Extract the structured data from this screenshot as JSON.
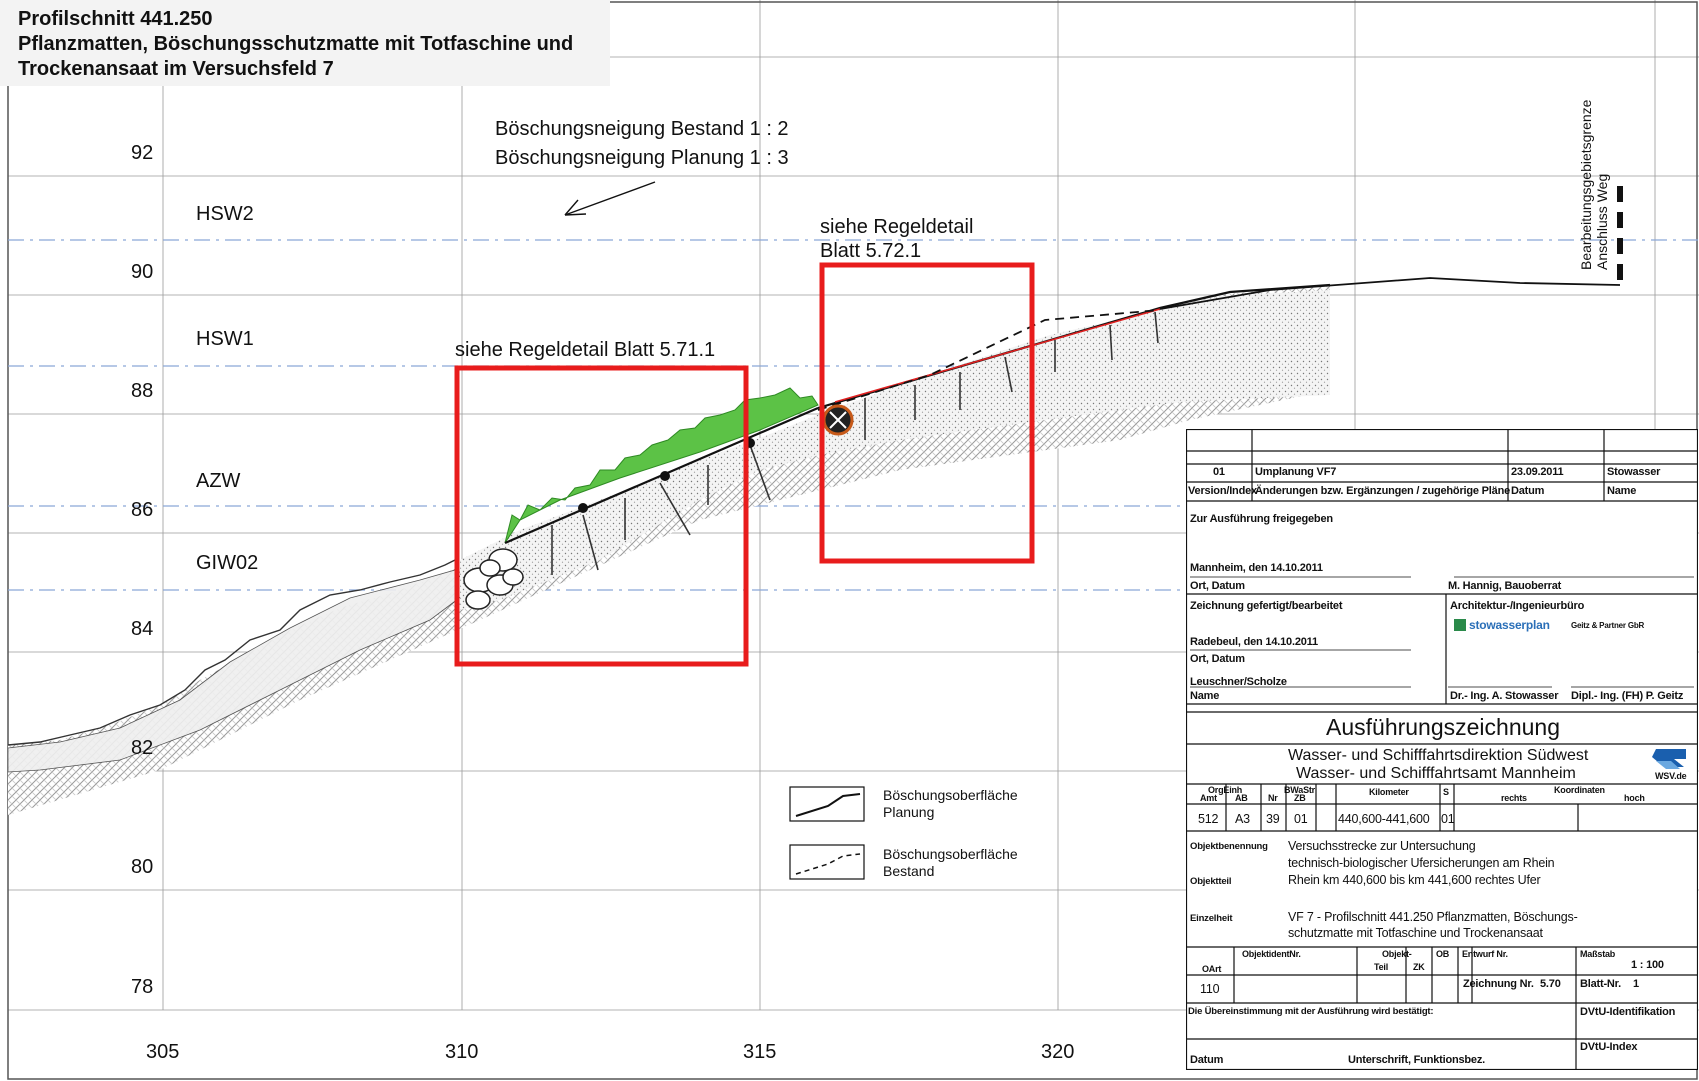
{
  "title": {
    "line1": "Profilschnitt 441.250",
    "line2": "Pflanzmatten, Böschungsschutzmatte mit Totfaschine und",
    "line3": "Trockenansaat im Versuchsfeld 7"
  },
  "axes": {
    "y_ticks": [
      "92",
      "90",
      "88",
      "86",
      "84",
      "82",
      "80",
      "78"
    ],
    "x_ticks": [
      "305",
      "310",
      "315",
      "320"
    ]
  },
  "water_levels": [
    "HSW2",
    "HSW1",
    "AZW",
    "GIW02"
  ],
  "slope_note": {
    "line1": "Böschungsneigung Bestand 1 : 2",
    "line2": "Böschungsneigung Planung 1 : 3"
  },
  "detail_refs": {
    "ref1": "siehe Regeldetail Blatt 5.71.1",
    "ref2_line1": "siehe Regeldetail",
    "ref2_line2": "Blatt 5.72.1"
  },
  "boundary_label": {
    "line1": "Bearbeitungsgebietsgrenze",
    "line2": "Anschluss Weg"
  },
  "legend": [
    {
      "line1": "Böschungsoberfläche",
      "line2": "Planung"
    },
    {
      "line1": "Böschungsoberfläche",
      "line2": "Bestand"
    }
  ],
  "title_block": {
    "revision": {
      "nr": "01",
      "text": "Umplanung VF7",
      "date": "23.09.2011",
      "name": "Stowasser"
    },
    "revision_header": {
      "nr": "Version/Index",
      "text": "Änderungen bzw. Ergänzungen / zugehörige Pläne",
      "date": "Datum",
      "name": "Name"
    },
    "release_label": "Zur Ausführung freigegeben",
    "release_place_date": "Mannheim, den 14.10.2011",
    "release_place_label": "Ort, Datum",
    "release_name": "M. Hannig, Bauoberrat",
    "drawn_label": "Zeichnung gefertigt/bearbeitet",
    "office_label": "Architektur-/Ingenieurbüro",
    "drawn_place_date": "Radebeul, den 14.10.2011",
    "drawn_place_label": "Ort, Datum",
    "drawn_name": "Leuschner/Scholze",
    "drawn_name_label": "Name",
    "logo_text": "stowasserplan",
    "partner_text": "Geitz & Partner GbR",
    "sign1": "Dr.- Ing. A. Stowasser",
    "sign2": "Dipl.- Ing. (FH) P. Geitz",
    "drawing_type": "Ausführungszeichnung",
    "authority1": "Wasser- und Schifffahrtsdirektion Südwest",
    "authority2": "Wasser- und Schifffahrtsamt Mannheim",
    "wsv_logo": "WSV.de",
    "hdr_orgeinh": "OrgEinh",
    "hdr_amt": "Amt",
    "hdr_ab": "AB",
    "hdr_bwastr": "BWaStr",
    "hdr_nr": "Nr",
    "hdr_zb": "ZB",
    "hdr_km": "Kilometer",
    "hdr_s": "S",
    "hdr_koord": "Koordinaten",
    "hdr_rechts": "rechts",
    "hdr_hoch": "hoch",
    "amt": "512",
    "ab": "A3",
    "nr": "39",
    "zb": "01",
    "km": "440,600-441,600",
    "s": "01",
    "obj_label": "Objektbenennung",
    "obj_line1": "Versuchsstrecke zur Untersuchung",
    "obj_line2": "technisch-biologischer Ufersicherungen am Rhein",
    "objteil_label": "Objektteil",
    "objteil": "Rhein km 440,600 bis km 441,600 rechtes Ufer",
    "einzel_label": "Einzelheit",
    "einzel_line1": "VF 7 - Profilschnitt 441.250 Pflanzmatten, Böschungs-",
    "einzel_line2": "schutzmatte mit Totfaschine und Trockenansaat",
    "hdr_objid": "ObjektidentNr.",
    "hdr_objekt": "Objekt-",
    "hdr_teil": "Teil",
    "hdr_zk": "ZK",
    "hdr_ob": "OB",
    "hdr_entwurf": "Entwurf Nr.",
    "hdr_massstab": "Maßstab",
    "massstab": "1 : 100",
    "hdr_oart": "OArt",
    "oart": "110",
    "zeichnung_label": "Zeichnung Nr.",
    "zeichnung": "5.70",
    "blatt_label": "Blatt-Nr.",
    "blatt": "1",
    "confirm": "Die Übereinstimmung mit der Ausführung wird bestätigt:",
    "dvtu_id": "DVtU-Identifikation",
    "dvtu_index": "DVtU-Index",
    "datum": "Datum",
    "unterschrift": "Unterschrift, Funktionsbez."
  }
}
